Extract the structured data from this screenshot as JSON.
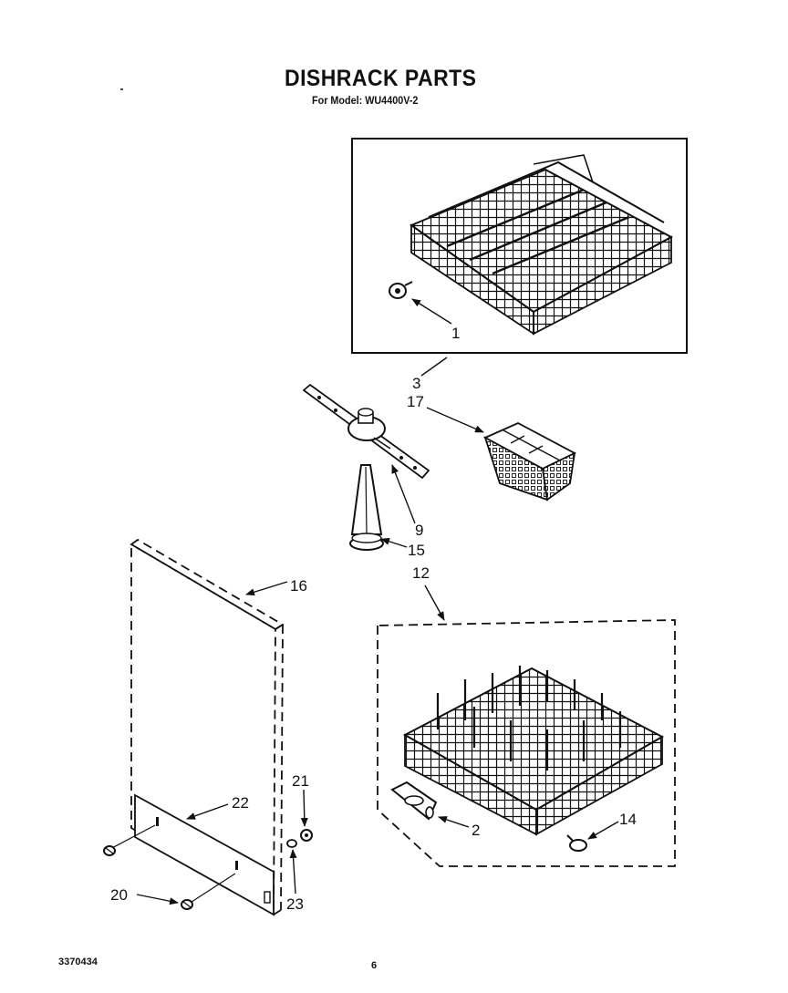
{
  "title": "DISHRACK PARTS",
  "subtitle": "For Model: WU4400V-2",
  "footer": {
    "doc_number": "3370434",
    "page_number": "6"
  },
  "callouts": {
    "c1": "1",
    "c2": "2",
    "c3": "3",
    "c9": "9",
    "c12": "12",
    "c14": "14",
    "c15": "15",
    "c16": "16",
    "c17": "17",
    "c20": "20",
    "c21": "21",
    "c22": "22",
    "c23": "23"
  }
}
